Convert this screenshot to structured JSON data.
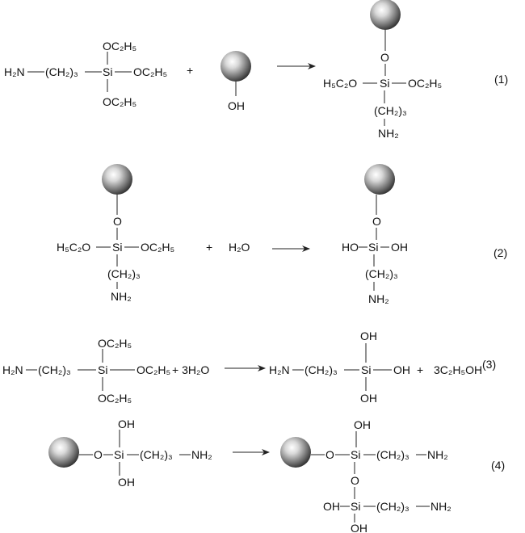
{
  "reactions": [
    {
      "number": "(1)",
      "reactant1": {
        "amine": "H₂N",
        "chain": "(CH₂)₃",
        "si": "Si",
        "top": "OC₂H₅",
        "right": "OC₂H₅",
        "bottom": "OC₂H₅"
      },
      "plus": "+",
      "reactant2": {
        "oh": "OH"
      },
      "product": {
        "o": "O",
        "si": "Si",
        "left": "H₅C₂O",
        "right": "OC₂H₅",
        "chain": "(CH₂)₃",
        "amine": "NH₂"
      }
    },
    {
      "number": "(2)",
      "reactant1": {
        "o": "O",
        "si": "Si",
        "left": "H₅C₂O",
        "right": "OC₂H₅",
        "chain": "(CH₂)₃",
        "amine": "NH₂"
      },
      "plus": "+",
      "reactant2": "H₂O",
      "product": {
        "o": "O",
        "si": "Si",
        "left": "HO",
        "right": "OH",
        "chain": "(CH₂)₃",
        "amine": "NH₂"
      }
    },
    {
      "number": "(3)",
      "reactant1": {
        "amine": "H₂N",
        "chain": "(CH₂)₃",
        "si": "Si",
        "top": "OC₂H₅",
        "right": "OC₂H₅",
        "bottom": "OC₂H₅"
      },
      "reactant2": "+ 3H₂O",
      "product": {
        "amine": "H₂N",
        "chain": "(CH₂)₃",
        "si": "Si",
        "top": "OH",
        "right": "OH",
        "bottom": "OH"
      },
      "plus": "+",
      "byproduct": "3C₂H₅OH"
    },
    {
      "number": "(4)",
      "reactant": {
        "o": "O",
        "si": "Si",
        "chain": "(CH₂)₃",
        "amine": "NH₂",
        "top": "OH",
        "bottom": "OH"
      },
      "product": {
        "o": "O",
        "si": "Si",
        "chain": "(CH₂)₃",
        "amine": "NH₂",
        "top": "OH",
        "bridge_o": "O",
        "oh2": "OH",
        "si2": "Si",
        "chain2": "(CH₂)₃",
        "amine2": "NH₂",
        "bottom": "OH"
      }
    }
  ]
}
